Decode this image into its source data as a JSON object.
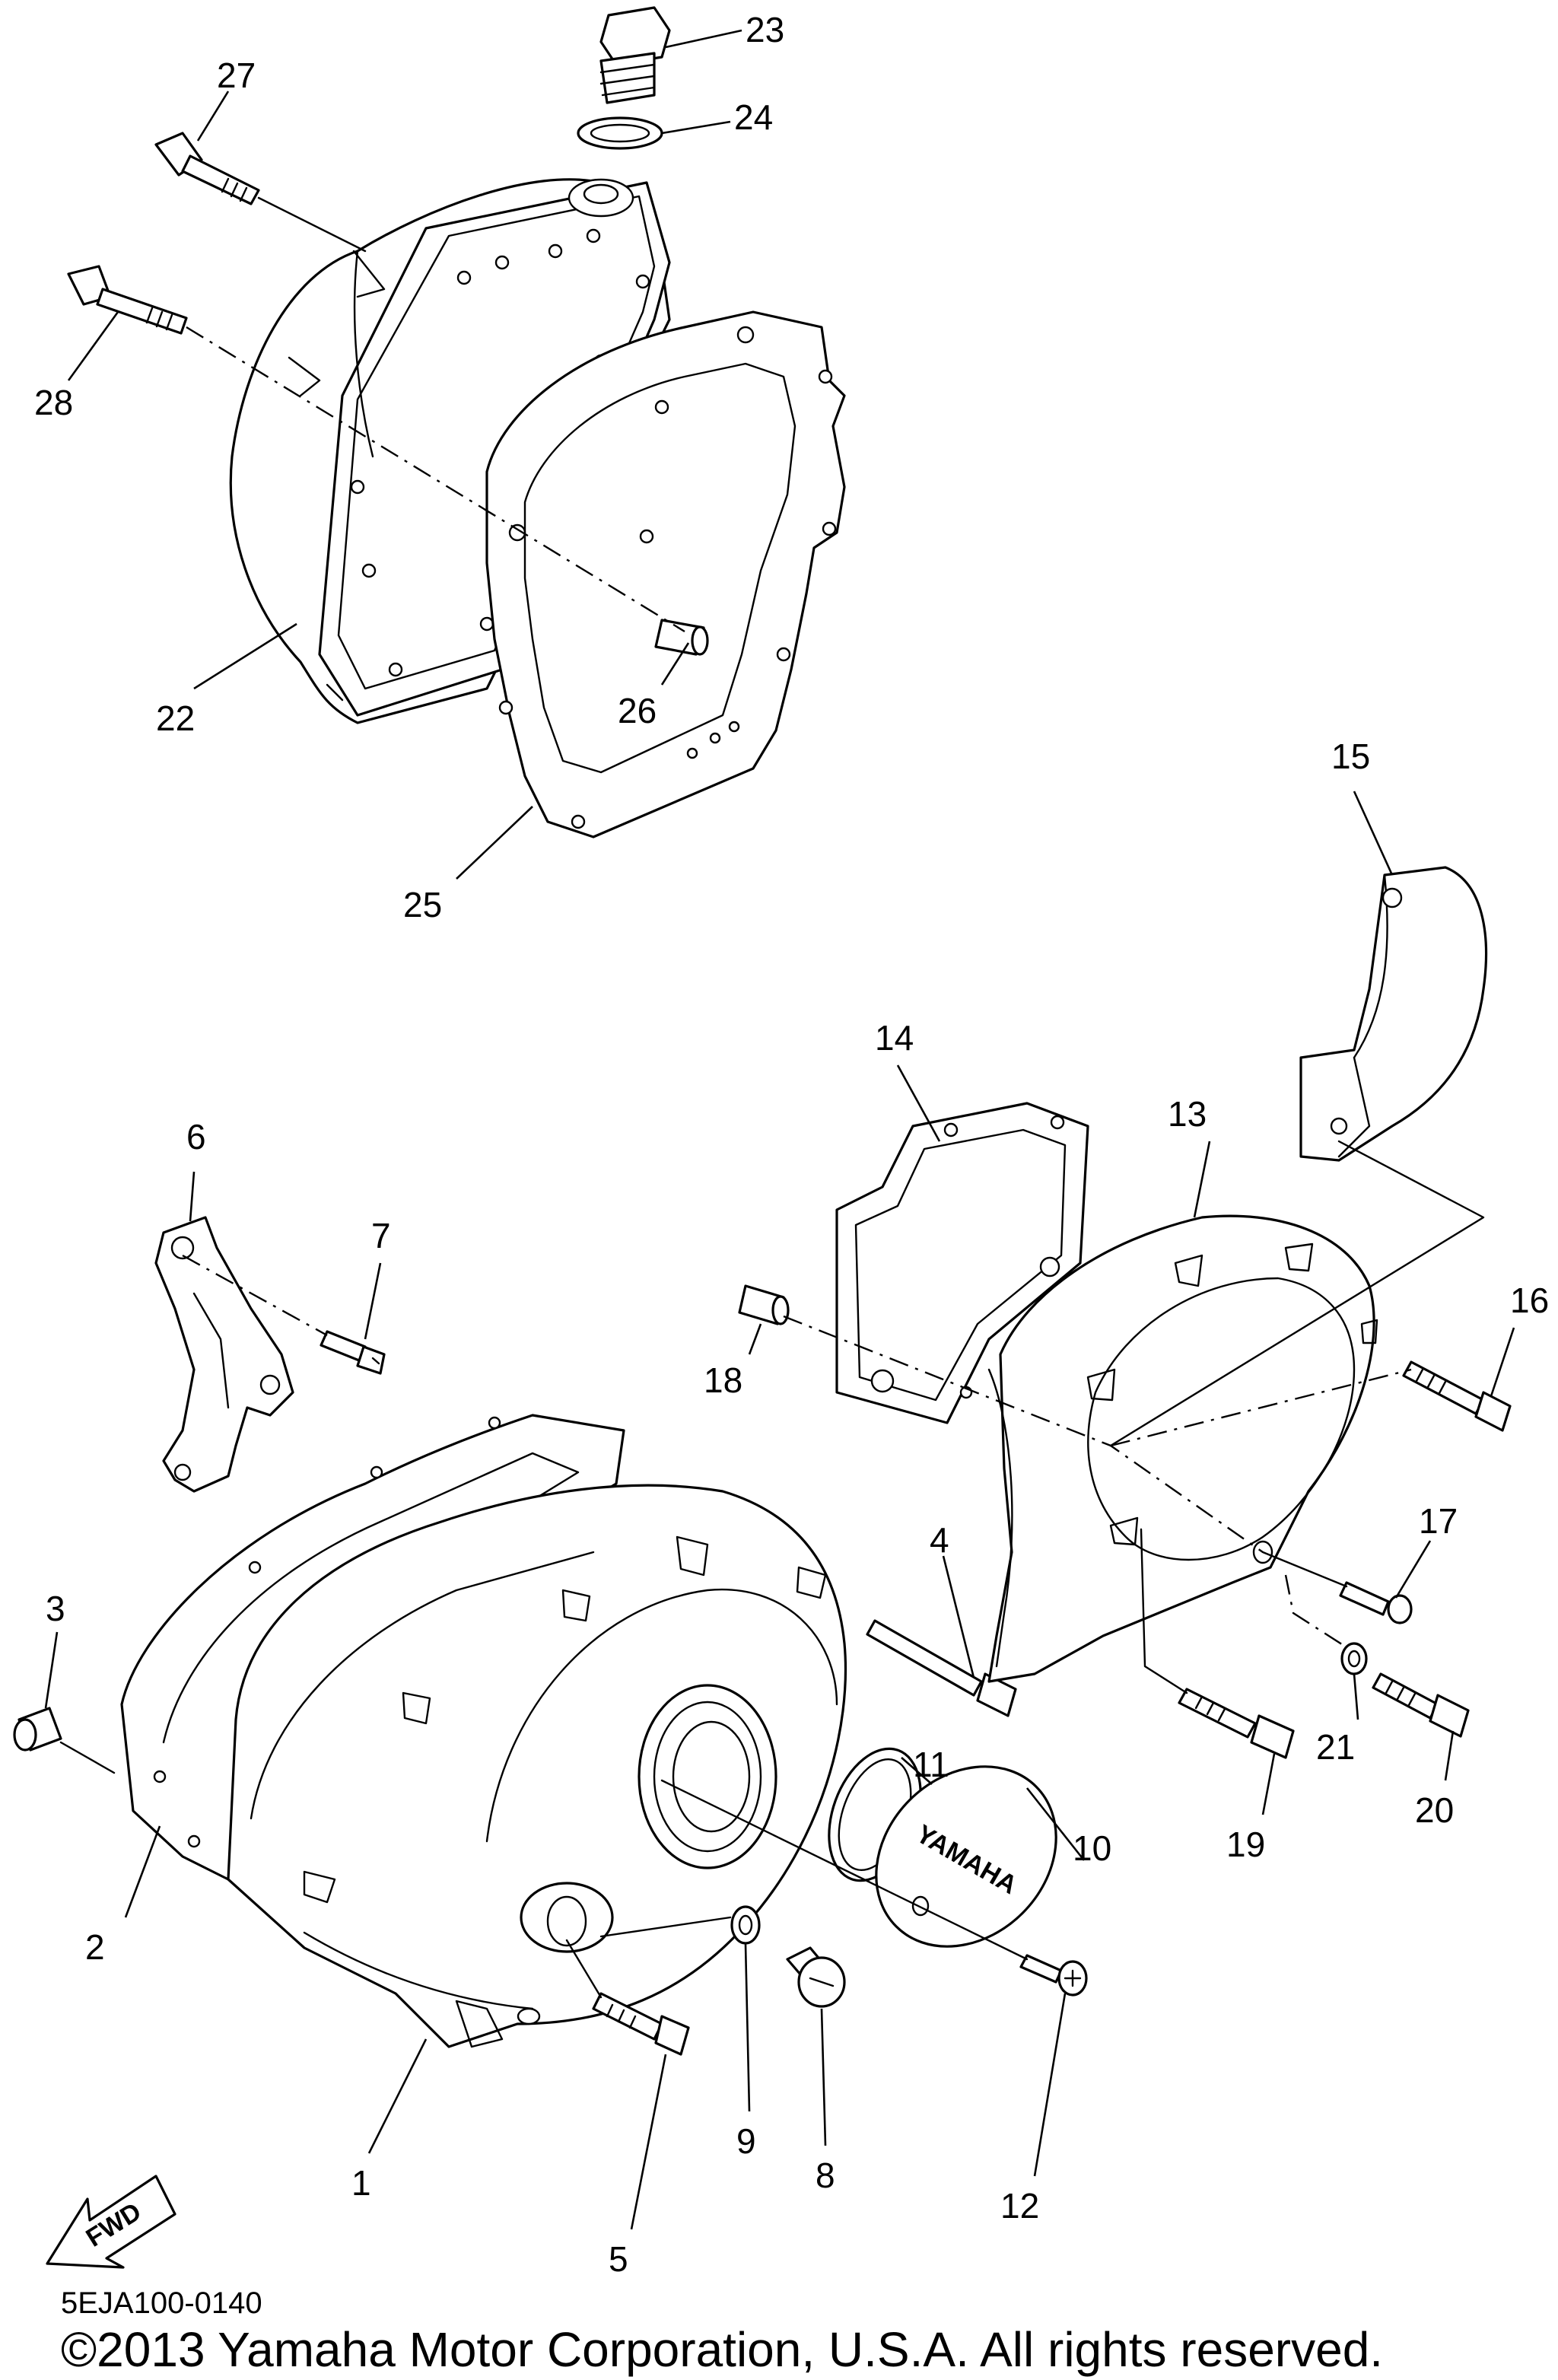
{
  "callouts": [
    {
      "id": "1",
      "label": "1"
    },
    {
      "id": "2",
      "label": "2"
    },
    {
      "id": "3",
      "label": "3"
    },
    {
      "id": "4",
      "label": "4"
    },
    {
      "id": "5",
      "label": "5"
    },
    {
      "id": "6",
      "label": "6"
    },
    {
      "id": "7",
      "label": "7"
    },
    {
      "id": "8",
      "label": "8"
    },
    {
      "id": "9",
      "label": "9"
    },
    {
      "id": "10",
      "label": "10"
    },
    {
      "id": "11",
      "label": "11"
    },
    {
      "id": "12",
      "label": "12"
    },
    {
      "id": "13",
      "label": "13"
    },
    {
      "id": "14",
      "label": "14"
    },
    {
      "id": "15",
      "label": "15"
    },
    {
      "id": "16",
      "label": "16"
    },
    {
      "id": "17",
      "label": "17"
    },
    {
      "id": "18",
      "label": "18"
    },
    {
      "id": "19",
      "label": "19"
    },
    {
      "id": "20",
      "label": "20"
    },
    {
      "id": "21",
      "label": "21"
    },
    {
      "id": "22",
      "label": "22"
    },
    {
      "id": "23",
      "label": "23"
    },
    {
      "id": "24",
      "label": "24"
    },
    {
      "id": "25",
      "label": "25"
    },
    {
      "id": "26",
      "label": "26"
    },
    {
      "id": "27",
      "label": "27"
    },
    {
      "id": "28",
      "label": "28"
    }
  ],
  "fwd_arrow": {
    "label": "FWD"
  },
  "emblem": {
    "text": "YAMAHA"
  },
  "footer": {
    "diagram_code": "5EJA100-0140",
    "copyright": "©2013 Yamaha Motor Corporation, U.S.A. All rights reserved."
  },
  "colors": {
    "line": "#000000",
    "background": "#ffffff"
  }
}
